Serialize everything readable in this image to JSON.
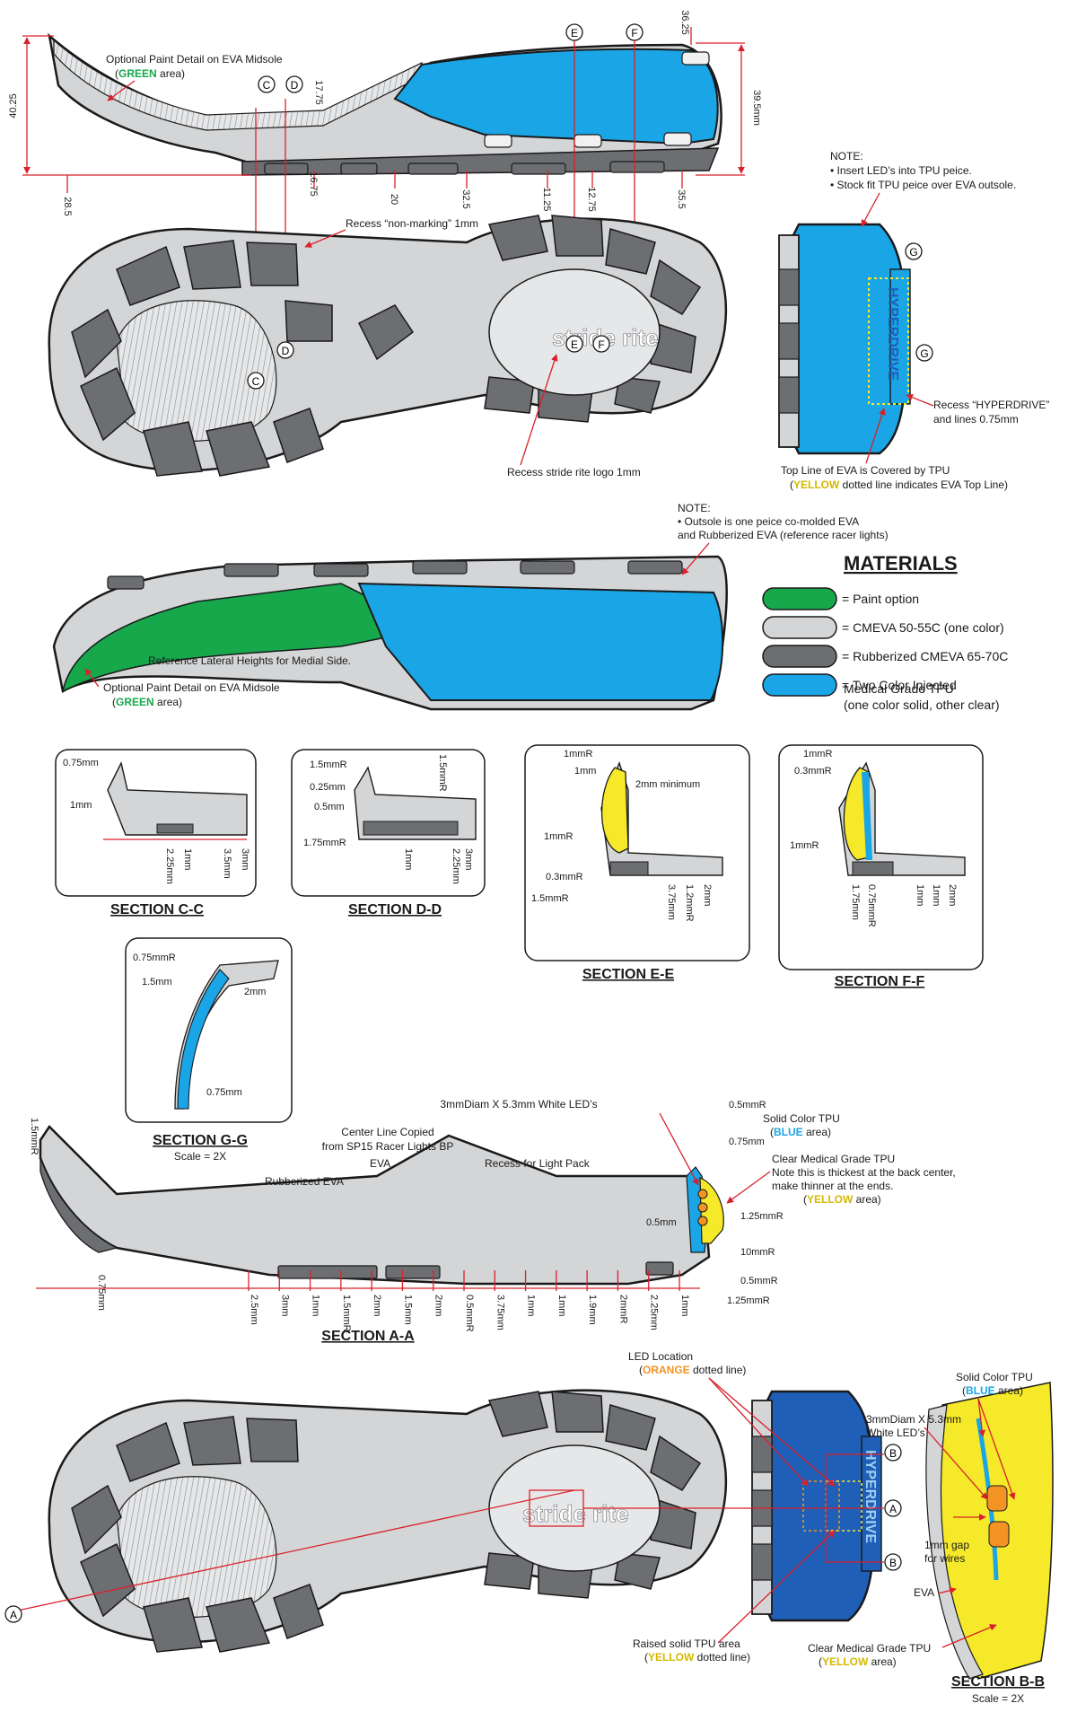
{
  "callouts": {
    "paint_detail_top": [
      "Optional Paint Detail on EVA Midsole",
      "GREEN",
      " area)"
    ],
    "paint_detail_side": [
      "Optional Paint Detail on EVA Midsole",
      "GREEN",
      " area)"
    ],
    "reference_heights": "Reference Lateral Heights for Medial Side.",
    "recess_non_marking": "Recess “non-marking” 1mm",
    "recess_logo": "Recess stride rite logo 1mm",
    "recess_hyperdrive": [
      "Recess “HYPERDRIVE”",
      "and lines 0.75mm"
    ],
    "top_line": [
      "Top Line of EVA is Covered by TPU",
      "YELLOW",
      " dotted line indicates EVA Top Line)"
    ],
    "note_led": [
      "NOTE:",
      "• Insert LED’s into TPU peice.",
      "• Stock fit TPU peice over EVA outsole."
    ],
    "note_outsole": [
      "NOTE:",
      "• Outsole is one peice co-molded EVA",
      "and Rubberized EVA (reference racer lights)"
    ],
    "center_line": [
      "Center Line Copied",
      "from SP15 Racer Lights BP"
    ],
    "led_spec": "3mmDiam X 5.3mm White LED’s",
    "led_spec_bb": [
      "3mmDiam X 5.3mm",
      "White LED’s"
    ],
    "solid_tpu": [
      "Solid Color TPU",
      "BLUE",
      " area)"
    ],
    "clear_tpu": [
      "Clear Medical Grade TPU",
      "Note this is thickest at the back center,",
      "make thinner at the ends.",
      "YELLOW",
      " area)"
    ],
    "rubberized_eva": "Rubberized EVA",
    "eva": "EVA",
    "recess_light_pack": "Recess for Light Pack",
    "led_location": [
      "LED Location",
      "ORANGE",
      " dotted line)"
    ],
    "raised_tpu": [
      "Raised solid TPU area",
      "YELLOW",
      " dotted line)"
    ],
    "clear_tpu_bb": [
      "Clear Medical Grade TPU",
      "YELLOW",
      " area)"
    ],
    "gap_wires": [
      "1mm gap",
      "for wires"
    ],
    "eva_bb": "EVA"
  },
  "markers": {
    "c": "C",
    "d": "D",
    "e": "E",
    "f": "F",
    "g": "G",
    "a": "A",
    "b": "B"
  },
  "logo": {
    "brand": "stride rite",
    "wordmark": "HYPERDRIVE"
  },
  "materials": {
    "title": "MATERIALS",
    "items": [
      {
        "color": "#17a84c",
        "text": "= Paint option"
      },
      {
        "color": "#d4d5d7",
        "text": "= CMEVA 50-55C (one color)"
      },
      {
        "color": "#6d6e71",
        "text": "= Rubberized CMEVA 65-70C"
      },
      {
        "color": "#1aa5e6",
        "text": "= Two Color Injected"
      }
    ],
    "extra_lines": [
      "Medical Grade TPU",
      "(one color solid, other clear)"
    ]
  },
  "sections": {
    "cc": {
      "title": "SECTION C-C",
      "labels": [
        "0.75mm",
        "1mm"
      ],
      "dims": [
        "2.25mm",
        "1mm",
        "3.5mm",
        "3mm"
      ]
    },
    "dd": {
      "title": "SECTION D-D",
      "labels": [
        "1.5mmR",
        "0.25mm",
        "0.5mm",
        "1.75mmR",
        "1.5mmR"
      ],
      "dims": [
        "1mm",
        "2.25mm",
        "3mm"
      ]
    },
    "ee": {
      "title": "SECTION E-E",
      "labels": [
        "1mmR",
        "1mm",
        "2mm minimum",
        "1mmR",
        "0.3mmR",
        "1.5mmR"
      ],
      "dims": [
        "3.75mm",
        "1.2mmR",
        "2mm"
      ]
    },
    "ff": {
      "title": "SECTION F-F",
      "labels": [
        "1mmR",
        "0.3mmR",
        "1mmR"
      ],
      "dims": [
        "1.75mm",
        "0.75mmR",
        "1mm",
        "1mm",
        "2mm"
      ]
    },
    "gg": {
      "title": "SECTION G-G",
      "scale": "Scale = 2X",
      "labels": [
        "0.75mmR",
        "1.5mm",
        "2mm",
        "0.75mm"
      ]
    },
    "aa": {
      "title": "SECTION A-A",
      "labels": [
        "1.5mmR",
        "0.75mm",
        "0.5mmR",
        "0.75mm",
        "0.5mm",
        "1.25mmR",
        "10mmR",
        "0.5mmR",
        "1.25mmR"
      ],
      "dims": [
        "2.5mm",
        "3mm",
        "1mm",
        "1.5mmR",
        "2mm",
        "1.5mm",
        "2mm",
        "0.5mmR",
        "3.75mm",
        "1mm",
        "1mm",
        "1.9mm",
        "2mmR",
        "2.25mm",
        "1mm"
      ]
    },
    "bb": {
      "title": "SECTION B-B",
      "scale": "Scale = 2X"
    }
  },
  "top_dims": {
    "left_height": "40.25",
    "right_height": "39.5mm",
    "toe": "17.75",
    "heel_top": "36.25",
    "bottom": [
      "28.5",
      "16.75",
      "20",
      "32.5",
      "11.25",
      "12.75",
      "35.5"
    ]
  },
  "colors": {
    "green": "#17a84c",
    "blue": "#1aa5e6",
    "dark_blue": "#1f5fb8",
    "yellow": "#f5e92a",
    "orange": "#f39323",
    "gray_light": "#d4d5d7",
    "gray_dark": "#6d6e71",
    "red": "#d9212b"
  }
}
